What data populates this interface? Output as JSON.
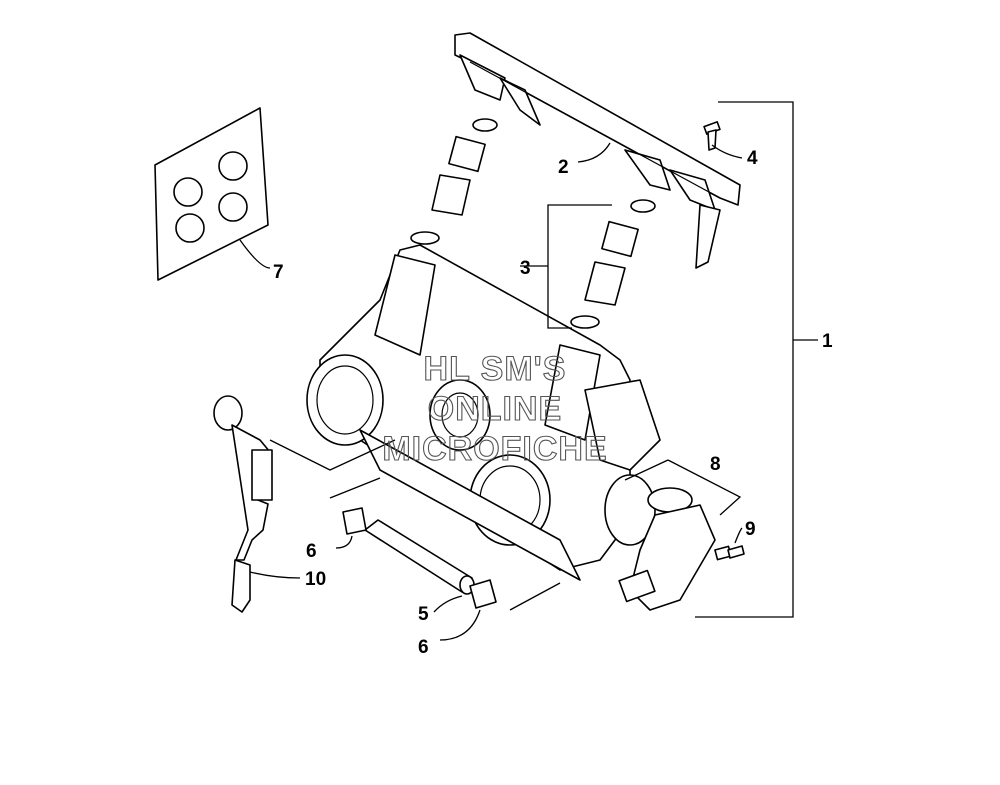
{
  "diagram": {
    "callouts": {
      "c1": "1",
      "c2": "2",
      "c3": "3",
      "c4": "4",
      "c5": "5",
      "c6a": "6",
      "c6b": "6",
      "c7": "7",
      "c8": "8",
      "c9": "9",
      "c10": "10"
    },
    "watermark": [
      "HL SM'S",
      "ONLINE",
      "MICROFICHE"
    ]
  }
}
